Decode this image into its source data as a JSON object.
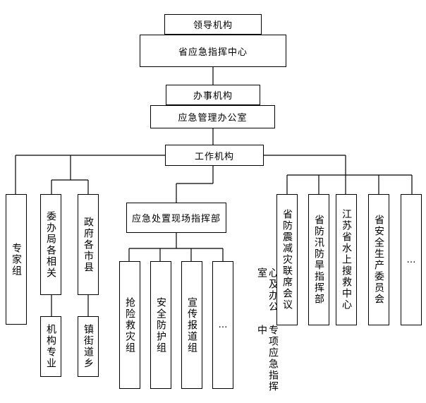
{
  "leadership": {
    "label": "领导机构",
    "center": "省应急指挥中心"
  },
  "office": {
    "label": "办事机构",
    "name": "应急管理办公室"
  },
  "working": {
    "label": "工作机构"
  },
  "left_units": {
    "experts": "专家组",
    "departments": [
      "各相关",
      "委办局"
    ],
    "governments": [
      "各市县",
      "政府"
    ],
    "professional": [
      "专业",
      "机构"
    ],
    "streets": [
      "街道乡",
      "镇"
    ]
  },
  "onsite": {
    "name": "应急处置现场指挥部",
    "groups": [
      "抢险救灾组",
      "安全防护组",
      "宣传报道组",
      "…"
    ]
  },
  "special": {
    "label": [
      "专项应急指挥中",
      "心及办公室"
    ],
    "units": [
      [
        "省防震减灾联席会议"
      ],
      [
        "省防汛防旱指挥部"
      ],
      [
        "江苏省水上搜救中心"
      ],
      [
        "省安全生产委员会"
      ],
      [
        "…"
      ]
    ]
  }
}
